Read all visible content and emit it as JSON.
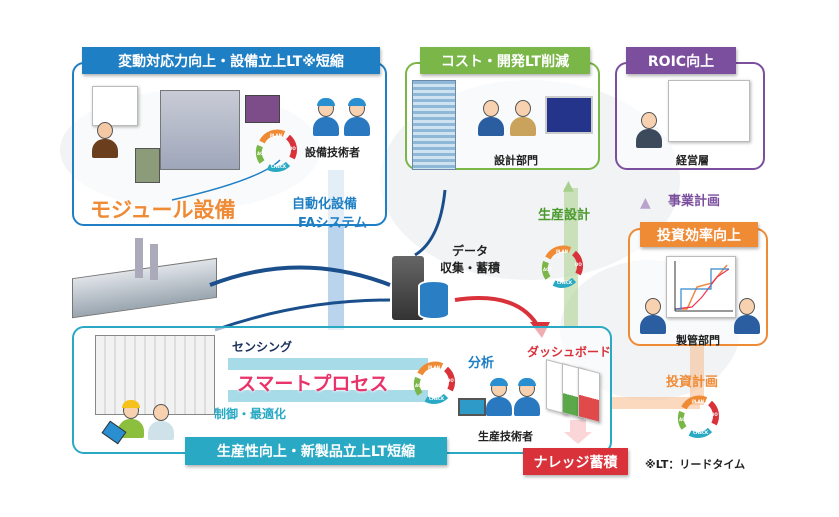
{
  "equipment_section": {
    "title": "変動対応力向上・設備立上LT※短縮",
    "headline": "モジュール設備",
    "role": "設備技術者"
  },
  "automation": {
    "line1": "自動化設備",
    "line2": "FAシステム"
  },
  "cost_section": {
    "title": "コスト・開発LT削減",
    "role": "設計部門"
  },
  "roic_section": {
    "title": "ROIC向上",
    "role": "経営層"
  },
  "business_plan": "事業計画",
  "investment_section": {
    "title": "投資効率向上",
    "role": "製管部門"
  },
  "investment_plan": "投資計画",
  "production_design": "生産設計",
  "data_store": {
    "line1": "データ",
    "line2": "収集・蓄積"
  },
  "process_section": {
    "title": "生産性向上・新製品立上LT短縮",
    "sensing": "センシング",
    "smart_process": "スマートプロセス",
    "control": "制御・最適化",
    "analysis": "分析",
    "role": "生産技術者",
    "dashboard": "ダッシュボード"
  },
  "knowledge": "ナレッジ蓄積",
  "footnote": "※LT：リードタイム",
  "pdca": {
    "plan": "PLAN",
    "do": "DO",
    "check": "CHECK",
    "act": "ACT"
  },
  "colors": {
    "blue": "#1f7fc4",
    "green": "#7ab648",
    "purple": "#7b4f9d",
    "orange": "#ef8a35",
    "teal": "#29a9c4",
    "red": "#d9323a",
    "pink": "#e8336b"
  }
}
